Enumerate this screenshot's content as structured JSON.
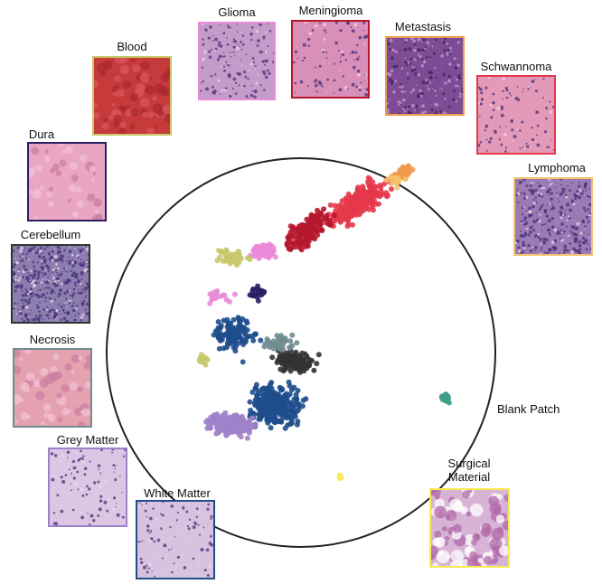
{
  "figure": {
    "classes": [
      {
        "id": "glioma",
        "label": "Glioma",
        "color": "#e98bd8",
        "tissue": "#c59cc9"
      },
      {
        "id": "meningioma",
        "label": "Meningioma",
        "color": "#b5172c",
        "tissue": "#d890b8"
      },
      {
        "id": "metastasis",
        "label": "Metastasis",
        "color": "#f09a4c",
        "tissue": "#7e4c95"
      },
      {
        "id": "schwannoma",
        "label": "Schwannoma",
        "color": "#e5394a",
        "tissue": "#e29ab8"
      },
      {
        "id": "lymphoma",
        "label": "Lymphoma",
        "color": "#f4c36c",
        "tissue": "#9b7bb4"
      },
      {
        "id": "blank",
        "label": "Blank Patch",
        "color": "#3e9b8c",
        "tissue": ""
      },
      {
        "id": "surgical",
        "label": "Surgical\nMaterial",
        "color": "#f7ea55",
        "tissue": "#d7b4d5"
      },
      {
        "id": "white",
        "label": "White Matter",
        "color": "#1f4e8c",
        "tissue": "#d9c2df"
      },
      {
        "id": "grey",
        "label": "Grey Matter",
        "color": "#9e82c9",
        "tissue": "#dcc6e3"
      },
      {
        "id": "necrosis",
        "label": "Necrosis",
        "color": "#6f8c90",
        "tissue": "#e4a2b0"
      },
      {
        "id": "cerebellum",
        "label": "Cerebellum",
        "color": "#333333",
        "tissue": "#8c7fb0"
      },
      {
        "id": "dura",
        "label": "Dura",
        "color": "#2c1e63",
        "tissue": "#e8a6c1"
      },
      {
        "id": "blood",
        "label": "Blood",
        "color": "#c7c86a",
        "tissue": "#c63a3c"
      }
    ]
  }
}
